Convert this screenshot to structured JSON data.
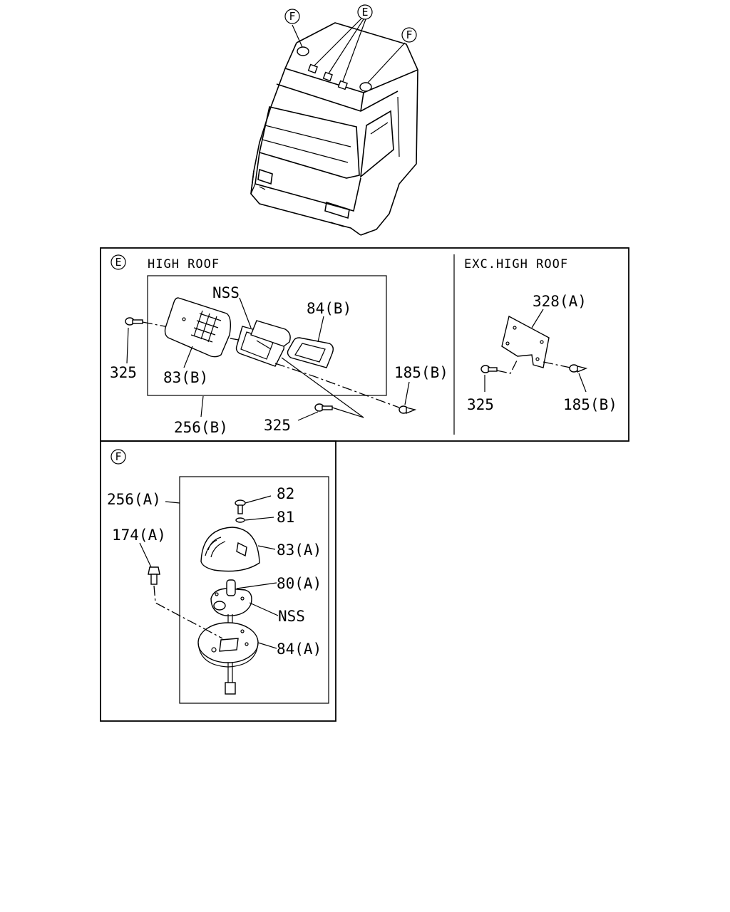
{
  "overview": {
    "callout_E": "E",
    "callout_F_left": "F",
    "callout_F_right": "F"
  },
  "section_E": {
    "marker": "E",
    "high_roof": {
      "title": "HIGH ROOF",
      "labels": {
        "nss": "NSS",
        "p84b": "84(B)",
        "p325_left": "325",
        "p83b": "83(B)",
        "p256b": "256(B)",
        "p325_bottom": "325",
        "p185b": "185(B)"
      }
    },
    "exc_high_roof": {
      "title": "EXC.HIGH ROOF",
      "labels": {
        "p328a": "328(A)",
        "p325": "325",
        "p185b": "185(B)"
      }
    }
  },
  "section_F": {
    "marker": "F",
    "labels": {
      "p256a": "256(A)",
      "p174a": "174(A)",
      "p82": "82",
      "p81": "81",
      "p83a": "83(A)",
      "p80a": "80(A)",
      "nss": "NSS",
      "p84a": "84(A)"
    }
  }
}
